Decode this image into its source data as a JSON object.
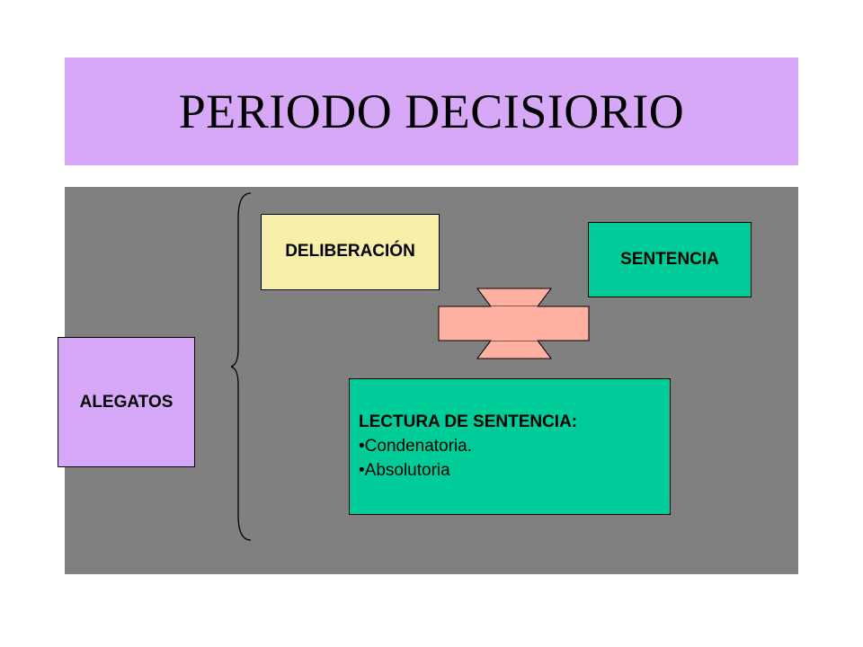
{
  "title": "PERIODO DECISIORIO",
  "boxes": {
    "alegatos": "ALEGATOS",
    "deliberacion": "DELIBERACIÓN",
    "sentencia": "SENTENCIA",
    "lectura": {
      "heading": "LECTURA DE SENTENCIA:",
      "items": [
        "•Condenatoria.",
        "•Absolutoria"
      ]
    }
  },
  "colors": {
    "title_background": "#d8a8f8",
    "panel_background": "#808080",
    "alegatos_fill": "#d8a8f8",
    "deliberacion_fill": "#f7eeaa",
    "sentencia_fill": "#00cc99",
    "lectura_fill": "#00cc99",
    "arrow_fill": "#ffb0a0"
  }
}
